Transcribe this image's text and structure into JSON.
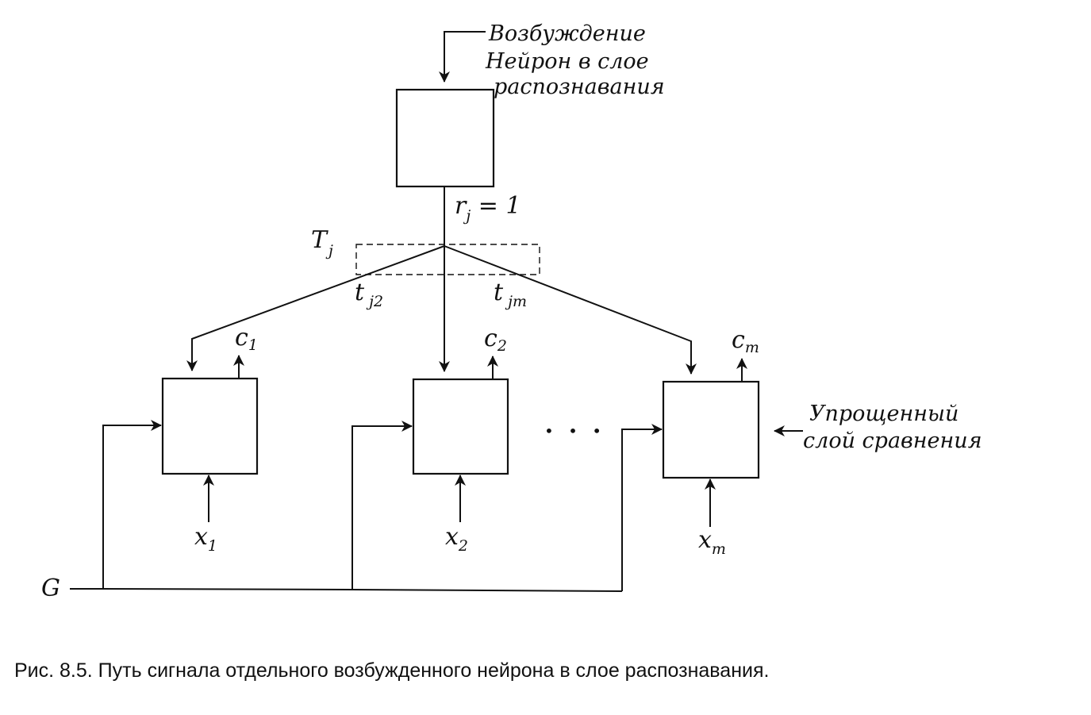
{
  "figure": {
    "excitation_note": {
      "line1": "Возбуждение",
      "line2": "Нейрон в слое",
      "line3": "распознавания"
    },
    "r_label": {
      "main": "r",
      "sub": "j",
      "rest": " = 1"
    },
    "T_label": {
      "main": "T",
      "sub": "j"
    },
    "tj2_label": {
      "main": "t",
      "sub": "j2"
    },
    "tjm_label": {
      "main": "t",
      "sub": "jm"
    },
    "comparison_note": {
      "line1": "Упрощенный",
      "line2": "слой сравнения"
    },
    "units": [
      {
        "c_main": "c",
        "c_sub": "1",
        "x_main": "x",
        "x_sub": "1"
      },
      {
        "c_main": "c",
        "c_sub": "2",
        "x_main": "x",
        "x_sub": "2"
      },
      {
        "c_main": "c",
        "c_sub": "m",
        "x_main": "x",
        "x_sub": "m"
      }
    ],
    "ellipsis": "• • •",
    "gain_label": "G",
    "caption": "Рис. 8.5.  Путь  сигнала  отдельного  возбужденного  нейрона в  слое  распознавания."
  }
}
